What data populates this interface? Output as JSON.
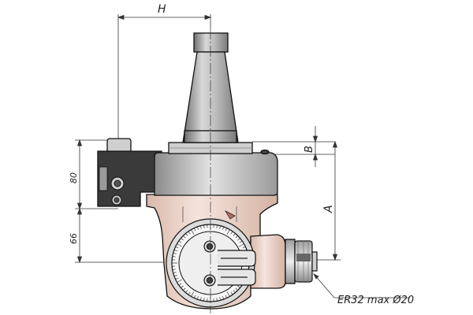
{
  "dimensions": {
    "h_label": "H",
    "b_label": "B",
    "a_label": "A",
    "height_upper": "80",
    "height_lower": "66"
  },
  "collet_callout": "ER32 max Ø20",
  "colors": {
    "outline": "#111111",
    "dim_line": "#333333",
    "dark_body": "#3a3a3a",
    "gray_body": "#bfbfbf",
    "taper": "#9a9a9a",
    "pink_housing": "#ebd3c8",
    "dial_face": "#f7f7f7"
  }
}
